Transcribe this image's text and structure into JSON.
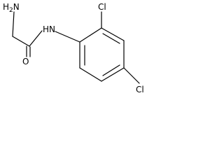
{
  "molecule": {
    "atoms": {
      "amine": "H2N",
      "amide_nitrogen": "HN",
      "carbonyl_oxygen": "O",
      "chlorine_ortho": "Cl",
      "chlorine_para": "Cl"
    }
  }
}
